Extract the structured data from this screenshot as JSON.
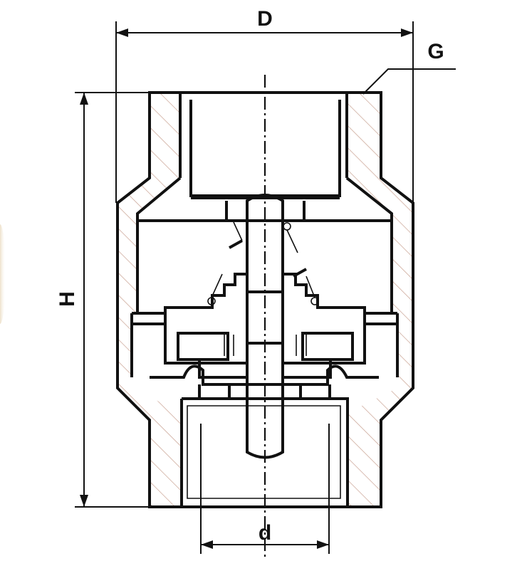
{
  "drawing": {
    "labels": {
      "outer_diameter": "D",
      "thread": "G",
      "height": "H",
      "inner_diameter": "d"
    },
    "colors": {
      "line": "#111111",
      "hatch": "#c8a090",
      "edge_blob": "#b8862a"
    }
  }
}
